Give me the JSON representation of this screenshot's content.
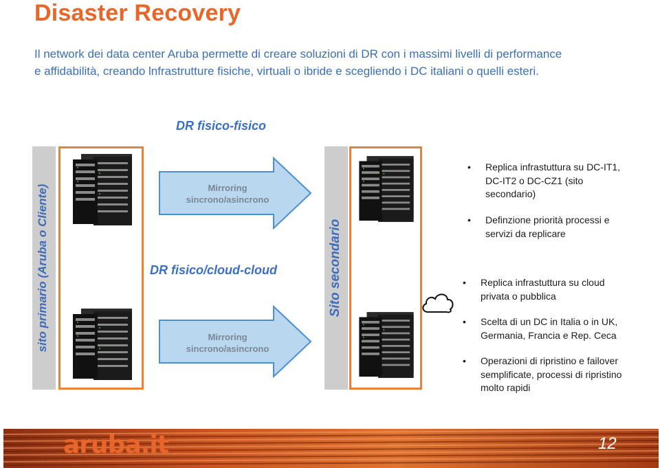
{
  "title": "Disaster Recovery",
  "intro": {
    "line1": "Il network dei data center Aruba permette di creare soluzioni di DR con i massimi livelli di performance",
    "line2": "e affidabilità, creando lnfrastrutture fisiche, virtuali o ibride e scegliendo i DC italiani o quelli esteri."
  },
  "diagram": {
    "title": "DR fisico-fisico",
    "left_label": "sito primario (Aruba o Cliente)",
    "right_label": "Sito secondario",
    "arrow_top": {
      "line1": "Mirroring",
      "line2": "sincrono/asincrono"
    },
    "middle_label": "DR fisico/cloud-cloud",
    "arrow_bottom": {
      "line1": "Mirroring",
      "line2": "sincrono/asincrono"
    },
    "cloud_icon": "cloud-icon"
  },
  "bullets_top": [
    {
      "line1": "Replica infrastuttura su DC-IT1,",
      "line2": "DC-IT2 o DC-CZ1 (sito",
      "line3": "secondario)"
    },
    {
      "line1": "Definzione priorità processi e",
      "line2": "servizi da replicare"
    }
  ],
  "bullets_bottom": [
    {
      "line1": "Replica infrastuttura su cloud",
      "line2": "privata o pubblica"
    },
    {
      "line1": "Scelta di un DC in Italia o in UK,",
      "line2": "Germania, Francia e Rep. Ceca"
    },
    {
      "line1": "Operazioni di ripristino e failover",
      "line2": "semplificate, processi di ripristino",
      "line3": "molto rapidi"
    }
  ],
  "footer": {
    "logo": "aruba.it",
    "page_number": "12"
  },
  "colors": {
    "title": "#e8662a",
    "intro": "#3b6fb6",
    "frame": "#e8823b",
    "arrow_fill": "#b9d7ef",
    "arrow_stroke": "#4a8fd0",
    "vertical_label": "#3f6cb8"
  }
}
